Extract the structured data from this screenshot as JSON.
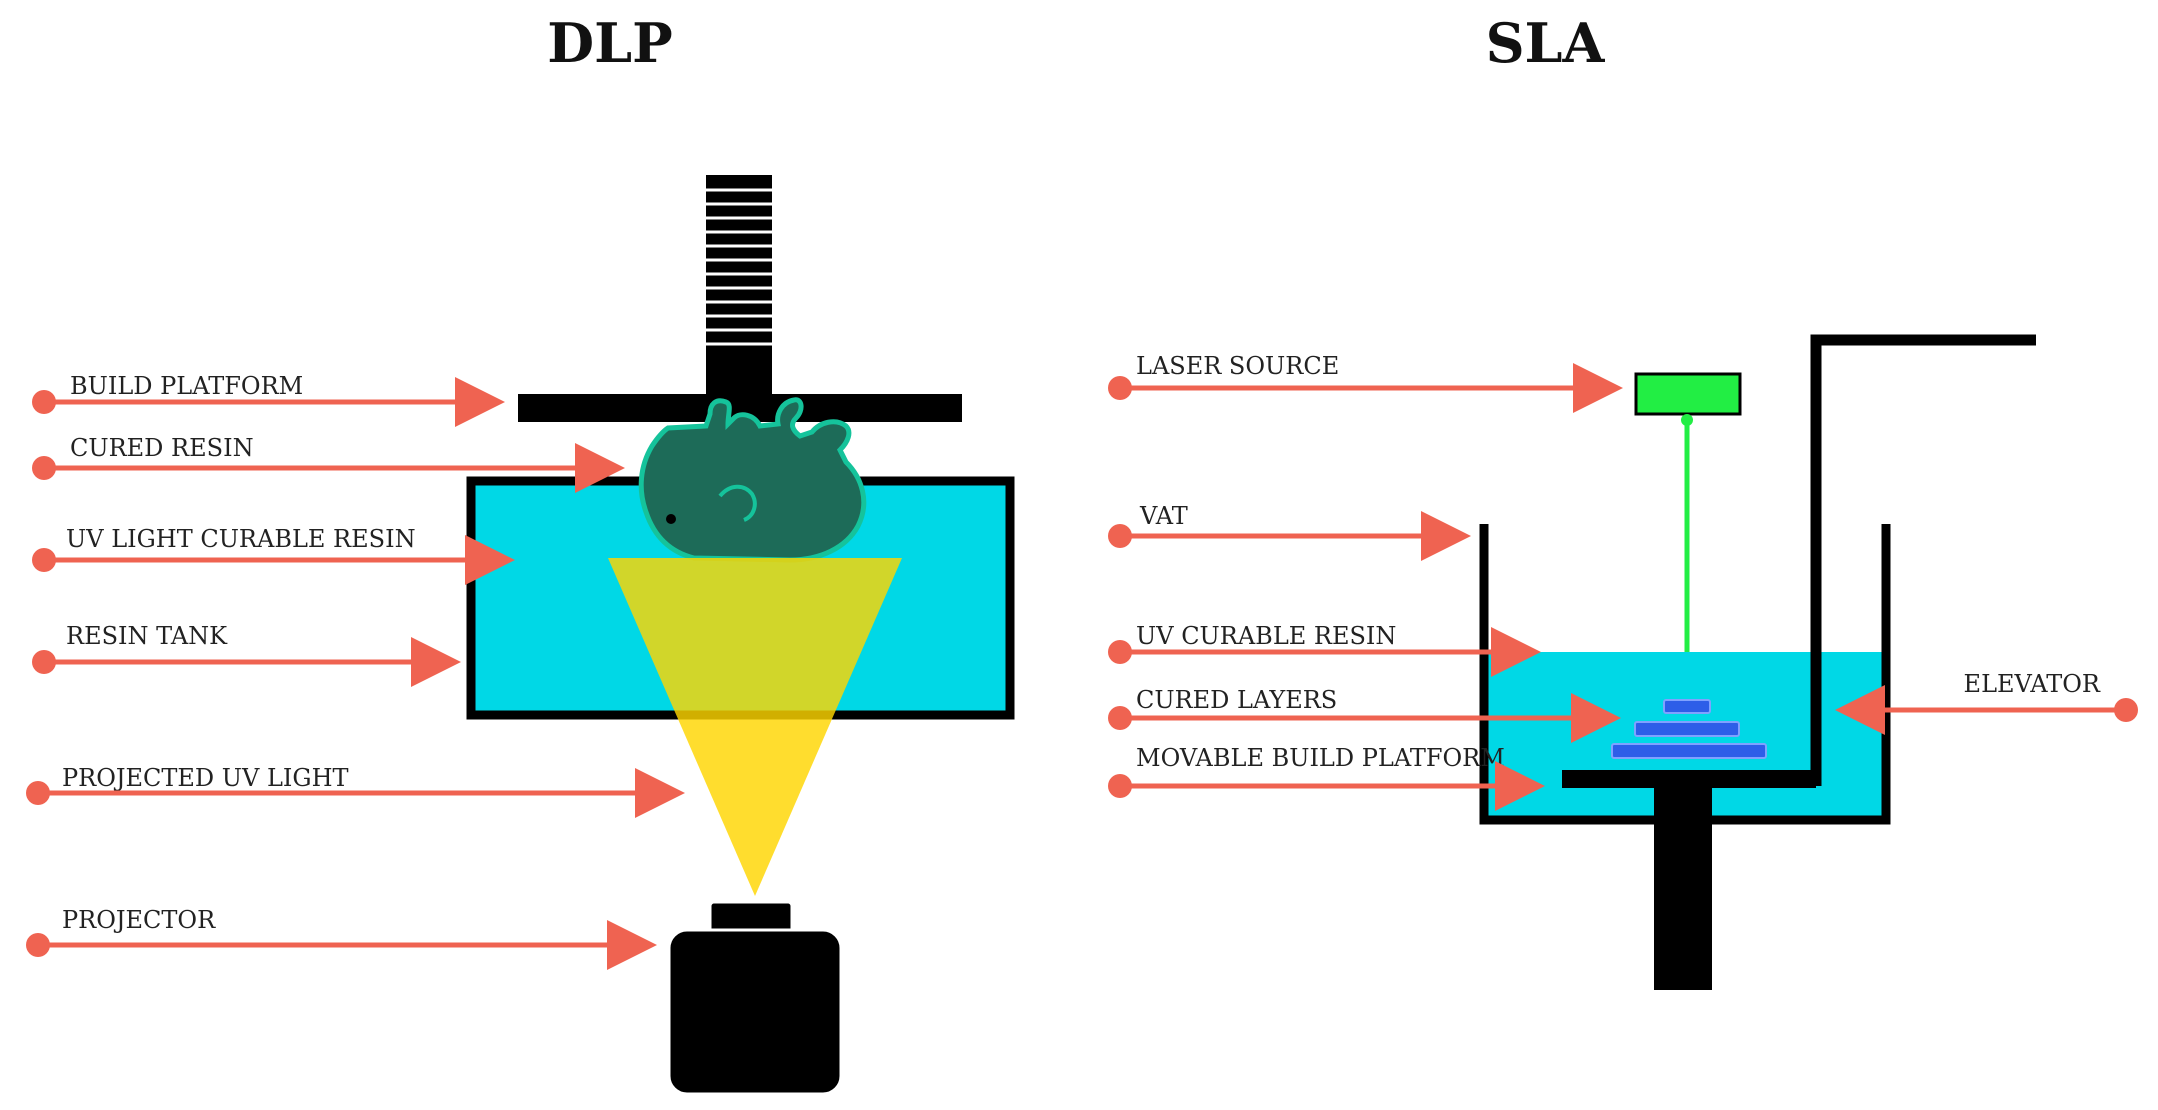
{
  "colors": {
    "arrow": "#ef6351",
    "resin": "#00d8e6",
    "cured_resin": "#1d6b58",
    "cured_resin_outline": "#15c39b",
    "uv_light": "#ffd600",
    "laser": "#22ee44",
    "cured_layers": "#2d5ee8",
    "ink": "#000000"
  },
  "dlp": {
    "title": "DLP",
    "labels": {
      "build_platform": "BUILD PLATFORM",
      "cured_resin": "CURED RESIN",
      "uv_light_curable_resin": "UV LIGHT CURABLE RESIN",
      "resin_tank": "RESIN TANK",
      "projected_uv_light": "PROJECTED UV LIGHT",
      "projector": "PROJECTOR"
    }
  },
  "sla": {
    "title": "SLA",
    "labels": {
      "laser_source": "LASER SOURCE",
      "vat": "VAT",
      "uv_curable_resin": "UV CURABLE RESIN",
      "cured_layers": "CURED LAYERS",
      "movable_build_platform": "MOVABLE BUILD PLATFORM",
      "elevator": "ELEVATOR"
    }
  }
}
